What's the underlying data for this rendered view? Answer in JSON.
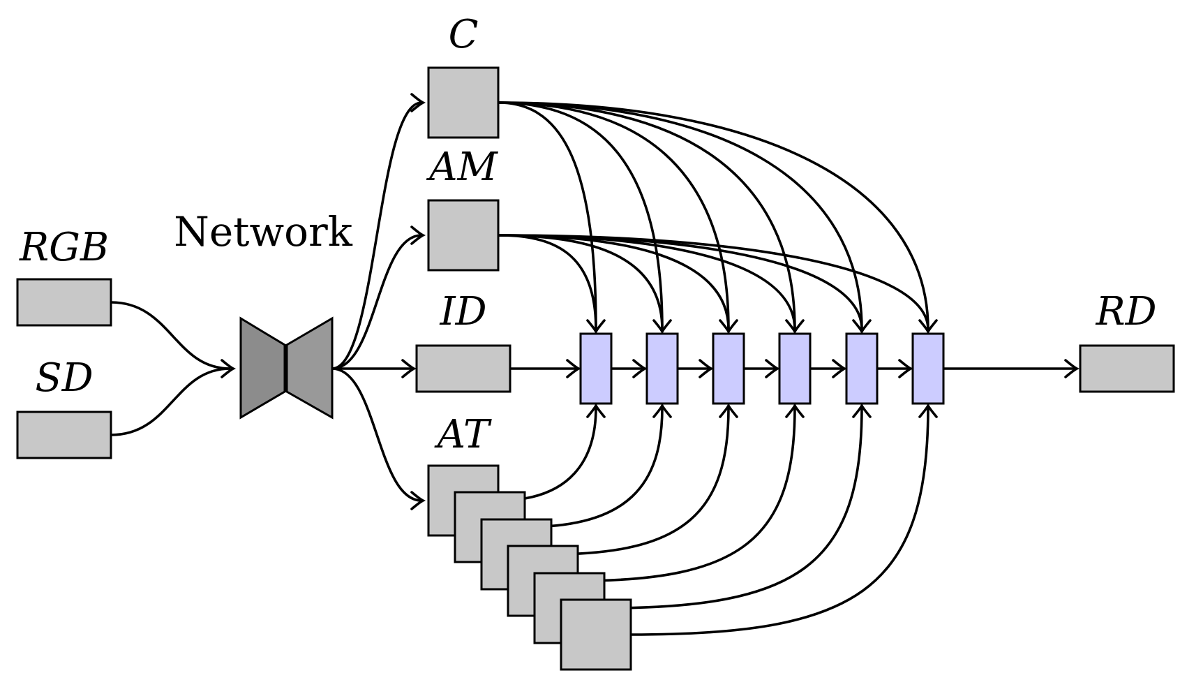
{
  "diagram": {
    "inputs": [
      {
        "id": "rgb",
        "label": "RGB"
      },
      {
        "id": "sd",
        "label": "SD"
      }
    ],
    "network": {
      "label": "Network"
    },
    "heads": [
      {
        "id": "c",
        "label": "C"
      },
      {
        "id": "am",
        "label": "AM"
      },
      {
        "id": "id",
        "label": "ID"
      },
      {
        "id": "at",
        "label": "AT"
      }
    ],
    "at_stack_count": 6,
    "refinement_cell_count": 6,
    "output": {
      "id": "rd",
      "label": "RD"
    },
    "colors": {
      "box_fill": "#c8c8c8",
      "network_fill": "#8c8c8c",
      "cell_fill": "#ccccff",
      "stroke": "#000000"
    }
  }
}
